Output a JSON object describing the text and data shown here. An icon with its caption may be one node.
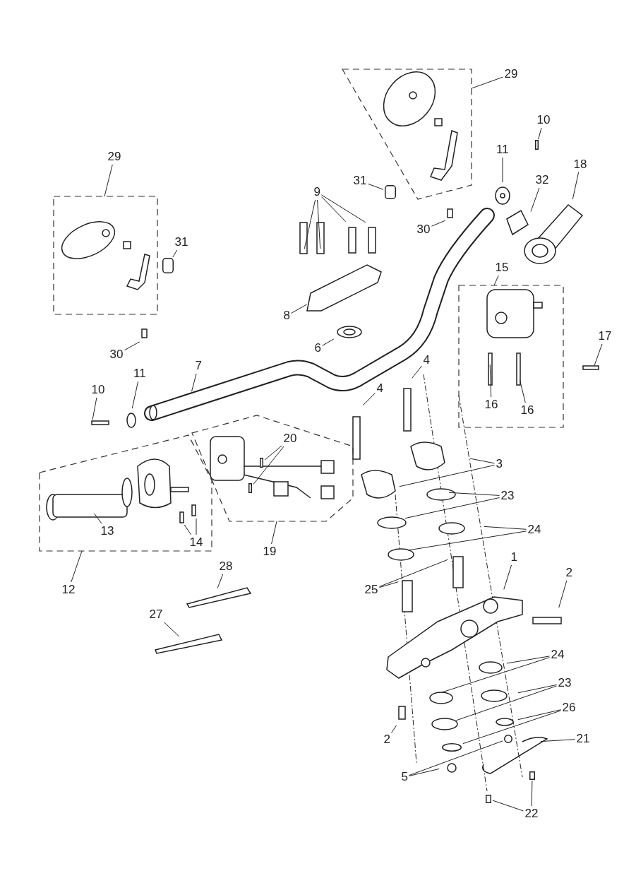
{
  "diagram": {
    "nodes": [
      {
        "text": [],
        "shape": "box"
      },
      {
        "text": [
          "29"
        ]
      },
      {
        "text": [
          "10"
        ]
      },
      {
        "text": [],
        "shape": "box"
      },
      {
        "text": [
          "29"
        ]
      },
      {
        "text": [
          "18"
        ]
      },
      {
        "text": [
          "11"
        ]
      },
      {
        "text": [
          "9"
        ]
      },
      {
        "text": [
          "31"
        ]
      },
      {
        "text": [
          "32"
        ]
      },
      {
        "text": [
          "31"
        ]
      },
      {
        "text": [
          "30"
        ]
      },
      {
        "text": [],
        "shape": "box"
      },
      {
        "text": [
          "15"
        ]
      },
      {
        "text": [
          "16"
        ],
        "in": 12
      },
      {
        "text": [
          "16"
        ],
        "in": 12
      },
      {
        "text": [
          "17"
        ]
      },
      {
        "text": [
          "8"
        ]
      },
      {
        "text": [
          "30"
        ]
      },
      {
        "text": [
          "6"
        ]
      },
      {
        "text": [
          "7"
        ]
      },
      {
        "text": [
          "4"
        ]
      },
      {
        "text": [
          "11"
        ]
      },
      {
        "text": [
          "4"
        ]
      },
      {
        "text": [
          "10"
        ]
      },
      {
        "text": [],
        "shape": "box"
      },
      {
        "text": [
          "20"
        ],
        "in": 25
      },
      {
        "text": [],
        "shape": "box"
      },
      {
        "text": [
          "3"
        ]
      },
      {
        "text": [
          "13"
        ],
        "in": 27
      },
      {
        "text": [
          "14"
        ],
        "in": 27
      },
      {
        "text": [
          "23"
        ]
      },
      {
        "text": [
          "24"
        ]
      },
      {
        "text": [
          "19"
        ]
      },
      {
        "text": [
          "1"
        ]
      },
      {
        "text": [
          "2"
        ]
      },
      {
        "text": [
          "28"
        ]
      },
      {
        "text": [
          "12"
        ]
      },
      {
        "text": [
          "25"
        ]
      },
      {
        "text": [
          "27"
        ]
      },
      {
        "text": [
          "24"
        ]
      },
      {
        "text": [
          "23"
        ]
      },
      {
        "text": [
          "26"
        ]
      },
      {
        "text": [
          "2"
        ]
      },
      {
        "text": [
          "21"
        ]
      },
      {
        "text": [
          "5"
        ]
      },
      {
        "text": [
          "22"
        ]
      },
      {
        "text": [],
        "shape": "bar"
      },
      {
        "text": [],
        "shape": "box"
      },
      {
        "text": [],
        "shape": "box"
      },
      {
        "text": [],
        "shape": "bar",
        "in": 25
      },
      {
        "text": [],
        "shape": "bar",
        "in": 25
      },
      {
        "text": [],
        "shape": "circle"
      },
      {
        "text": [],
        "shape": "circle"
      },
      {
        "text": [],
        "shape": "bar"
      },
      {
        "text": [],
        "shape": "bar"
      }
    ],
    "edges": [
      {
        "from": 1,
        "to": 0,
        "arrow": "none"
      },
      {
        "from": 2,
        "to": 47,
        "arrow": "none"
      },
      {
        "from": 4,
        "to": 3,
        "arrow": "none"
      },
      {
        "from": 5,
        "to": null,
        "arrow": "none"
      },
      {
        "from": 6,
        "to": null,
        "arrow": "none"
      },
      {
        "from": 7,
        "to": null,
        "arrow": "none"
      },
      {
        "from": 7,
        "to": null,
        "arrow": "none"
      },
      {
        "from": 7,
        "to": null,
        "arrow": "none"
      },
      {
        "from": 7,
        "to": null,
        "arrow": "none"
      },
      {
        "from": 8,
        "to": 48,
        "arrow": "none"
      },
      {
        "from": 9,
        "to": null,
        "arrow": "none"
      },
      {
        "from": 10,
        "to": 49,
        "arrow": "none"
      },
      {
        "from": 11,
        "to": null,
        "arrow": "none"
      },
      {
        "from": 13,
        "to": 12,
        "arrow": "none"
      },
      {
        "from": 14,
        "to": null,
        "arrow": "none"
      },
      {
        "from": 15,
        "to": null,
        "arrow": "none"
      },
      {
        "from": 16,
        "to": null,
        "arrow": "none"
      },
      {
        "from": 17,
        "to": null,
        "arrow": "none"
      },
      {
        "from": 18,
        "to": null,
        "arrow": "none"
      },
      {
        "from": 19,
        "to": null,
        "arrow": "none"
      },
      {
        "from": 20,
        "to": null,
        "arrow": "none"
      },
      {
        "from": 21,
        "to": null,
        "arrow": "none"
      },
      {
        "from": 22,
        "to": null,
        "arrow": "none"
      },
      {
        "from": 23,
        "to": null,
        "arrow": "none"
      },
      {
        "from": 24,
        "to": null,
        "arrow": "none"
      },
      {
        "from": 26,
        "to": 50,
        "arrow": "none"
      },
      {
        "from": 26,
        "to": 51,
        "arrow": "none"
      },
      {
        "from": 28,
        "to": null,
        "arrow": "none"
      },
      {
        "from": 28,
        "to": null,
        "arrow": "none"
      },
      {
        "from": 29,
        "to": null,
        "arrow": "none"
      },
      {
        "from": 30,
        "to": null,
        "arrow": "none"
      },
      {
        "from": 30,
        "to": null,
        "arrow": "none"
      },
      {
        "from": 31,
        "to": null,
        "arrow": "none"
      },
      {
        "from": 31,
        "to": null,
        "arrow": "none"
      },
      {
        "from": 32,
        "to": null,
        "arrow": "none"
      },
      {
        "from": 32,
        "to": null,
        "arrow": "none"
      },
      {
        "from": 33,
        "to": 25,
        "arrow": "none"
      },
      {
        "from": 34,
        "to": null,
        "arrow": "none"
      },
      {
        "from": 35,
        "to": null,
        "arrow": "none"
      },
      {
        "from": 36,
        "to": null,
        "arrow": "none"
      },
      {
        "from": 37,
        "to": 27,
        "arrow": "none"
      },
      {
        "from": 38,
        "to": null,
        "arrow": "none"
      },
      {
        "from": 38,
        "to": null,
        "arrow": "none"
      },
      {
        "from": 39,
        "to": null,
        "arrow": "none"
      },
      {
        "from": 40,
        "to": null,
        "arrow": "none"
      },
      {
        "from": 40,
        "to": null,
        "arrow": "none"
      },
      {
        "from": 41,
        "to": null,
        "arrow": "none"
      },
      {
        "from": 41,
        "to": null,
        "arrow": "none"
      },
      {
        "from": 42,
        "to": null,
        "arrow": "none"
      },
      {
        "from": 42,
        "to": 52,
        "arrow": "none"
      },
      {
        "from": 43,
        "to": null,
        "arrow": "none"
      },
      {
        "from": 44,
        "to": null,
        "arrow": "none"
      },
      {
        "from": 45,
        "to": null,
        "arrow": "none"
      },
      {
        "from": 45,
        "to": 53,
        "arrow": "none"
      },
      {
        "from": 46,
        "to": 54,
        "arrow": "none"
      },
      {
        "from": 46,
        "to": 55,
        "arrow": "none"
      }
    ]
  }
}
